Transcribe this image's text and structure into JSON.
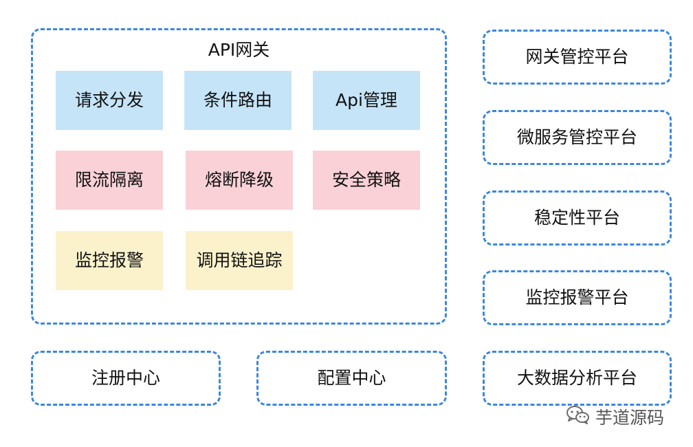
{
  "gateway": {
    "title": "API网关",
    "modules": [
      {
        "label": "请求分发",
        "color": "#c5e4f8"
      },
      {
        "label": "条件路由",
        "color": "#c5e4f8"
      },
      {
        "label": "Api管理",
        "color": "#c5e4f8"
      },
      {
        "label": "限流隔离",
        "color": "#f9d1d6"
      },
      {
        "label": "熔断降级",
        "color": "#f9d1d6"
      },
      {
        "label": "安全策略",
        "color": "#f9d1d6"
      },
      {
        "label": "监控报警",
        "color": "#fbf2cc"
      },
      {
        "label": "调用链追踪",
        "color": "#fbf2cc"
      }
    ]
  },
  "bottom": {
    "registry": "注册中心",
    "config": "配置中心"
  },
  "platforms": [
    {
      "label": "网关管控平台"
    },
    {
      "label": "微服务管控平台"
    },
    {
      "label": "稳定性平台"
    },
    {
      "label": "监控报警平台"
    },
    {
      "label": "大数据分析平台"
    }
  ],
  "watermark": {
    "text": "芋道源码",
    "icon": "wechat-icon"
  },
  "colors": {
    "border": "#3b86e0",
    "blue_box": "#c5e4f8",
    "pink_box": "#f9d1d6",
    "yellow_box": "#fbf2cc"
  }
}
